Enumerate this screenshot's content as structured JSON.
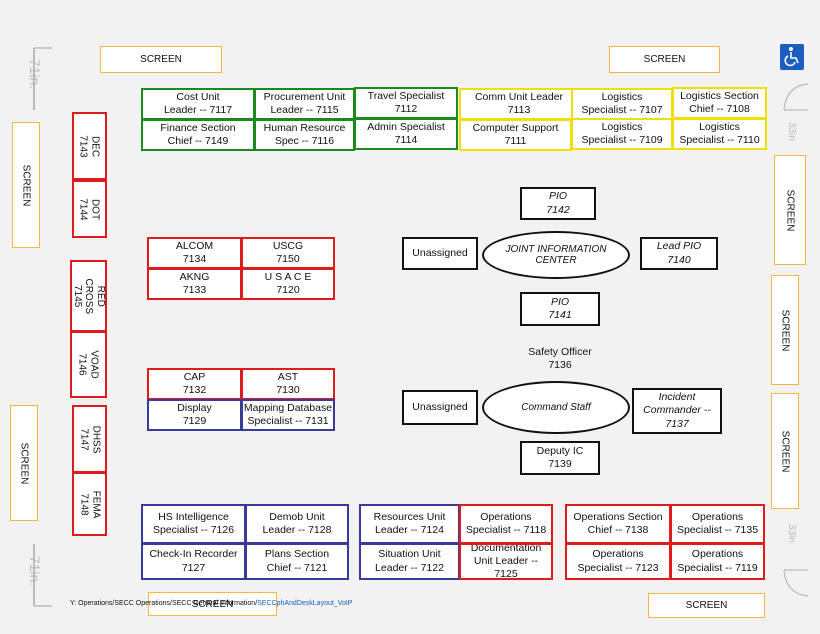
{
  "screens": {
    "top_left": "SCREEN",
    "top_right": "SCREEN",
    "left_upper": "SCREEN",
    "left_lower": "SCREEN",
    "right_1": "SCREEN",
    "right_2": "SCREEN",
    "right_3": "SCREEN",
    "bottom_left": "SCREEN",
    "bottom_right": "SCREEN"
  },
  "doors": {
    "top_left": "71in.",
    "bottom_left": "71in.",
    "right_upper": "33in",
    "right_lower": "33in"
  },
  "top_row": {
    "cost_unit_leader": "Cost Unit\nLeader -- 7117",
    "procurement_unit_leader": "Procurement Unit\nLeader -- 7115",
    "travel_specialist": "Travel Specialist\n7112",
    "comm_unit_leader": "Comm Unit Leader\n7113",
    "logistics_specialist_7107": "Logistics\nSpecialist -- 7107",
    "logistics_section_chief": "Logistics Section\nChief -- 7108",
    "finance_section_chief": "Finance Section\nChief -- 7149",
    "human_resource_spec": "Human Resource\nSpec -- 7116",
    "admin_specialist": "Admin Specialist\n7114",
    "computer_support": "Computer Support\n7111",
    "logistics_specialist_7109": "Logistics\nSpecialist -- 7109",
    "logistics_specialist_7110": "Logistics\nSpecialist -- 7110"
  },
  "left_column": {
    "dec": "DEC\n7143",
    "dot": "DOT\n7144",
    "red_cross": "RED CROSS\n7145",
    "voad": "VOAD\n7146",
    "dhss": "DHSS\n7147",
    "fema": "FEMA\n7148"
  },
  "agencies": {
    "alcom": "ALCOM\n7134",
    "uscg": "USCG\n7150",
    "akng": "AKNG\n7133",
    "usace": "U S A C E\n7120",
    "cap": "CAP\n7132",
    "ast": "AST\n7130",
    "display": "Display\n7129",
    "mapping_database": "Mapping Database\nSpecialist -- 7131"
  },
  "jic": {
    "pio_7142": "PIO\n7142",
    "unassigned": "Unassigned",
    "center": "JOINT INFORMATION\nCENTER",
    "lead_pio": "Lead PIO\n7140",
    "pio_7141": "PIO\n7141"
  },
  "command": {
    "safety_officer": "Safety Officer\n7136",
    "unassigned": "Unassigned",
    "center": "Command Staff",
    "incident_commander": "Incident\nCommander --\n7137",
    "deputy_ic": "Deputy IC\n7139"
  },
  "bottom_row": {
    "hs_intelligence": "HS Intelligence\nSpecialist -- 7126",
    "demob_unit_leader": "Demob Unit\nLeader -- 7128",
    "resources_unit_leader": "Resources Unit\nLeader -- 7124",
    "operations_specialist_7118": "Operations\nSpecialist -- 7118",
    "operations_section_chief": "Operations Section\nChief -- 7138",
    "operations_specialist_7135": "Operations\nSpecialist -- 7135",
    "check_in_recorder": "Check-In Recorder\n7127",
    "plans_section_chief": "Plans Section\nChief -- 7121",
    "situation_unit_leader": "Situation Unit\nLeader -- 7122",
    "documentation_unit_leader": "Documentation\nUnit Leader -- 7125",
    "operations_specialist_7123": "Operations\nSpecialist -- 7123",
    "operations_specialist_7119": "Operations\nSpecialist -- 7119"
  },
  "footer": {
    "path": "Y: Operations/SECC Operations/SECC General Information/",
    "link": "SECCphAndDeskLayout_VoIP"
  },
  "colors": {
    "finance_admin": "#1a8a1a",
    "logistics": "#f0e000",
    "agency_ops": "#e01b1b",
    "planning": "#3a3a9a",
    "command": "#111111",
    "screen_border": "#f0b840",
    "accessibility": "#1a5fbf"
  },
  "icons": {
    "accessibility": "wheelchair-icon"
  }
}
